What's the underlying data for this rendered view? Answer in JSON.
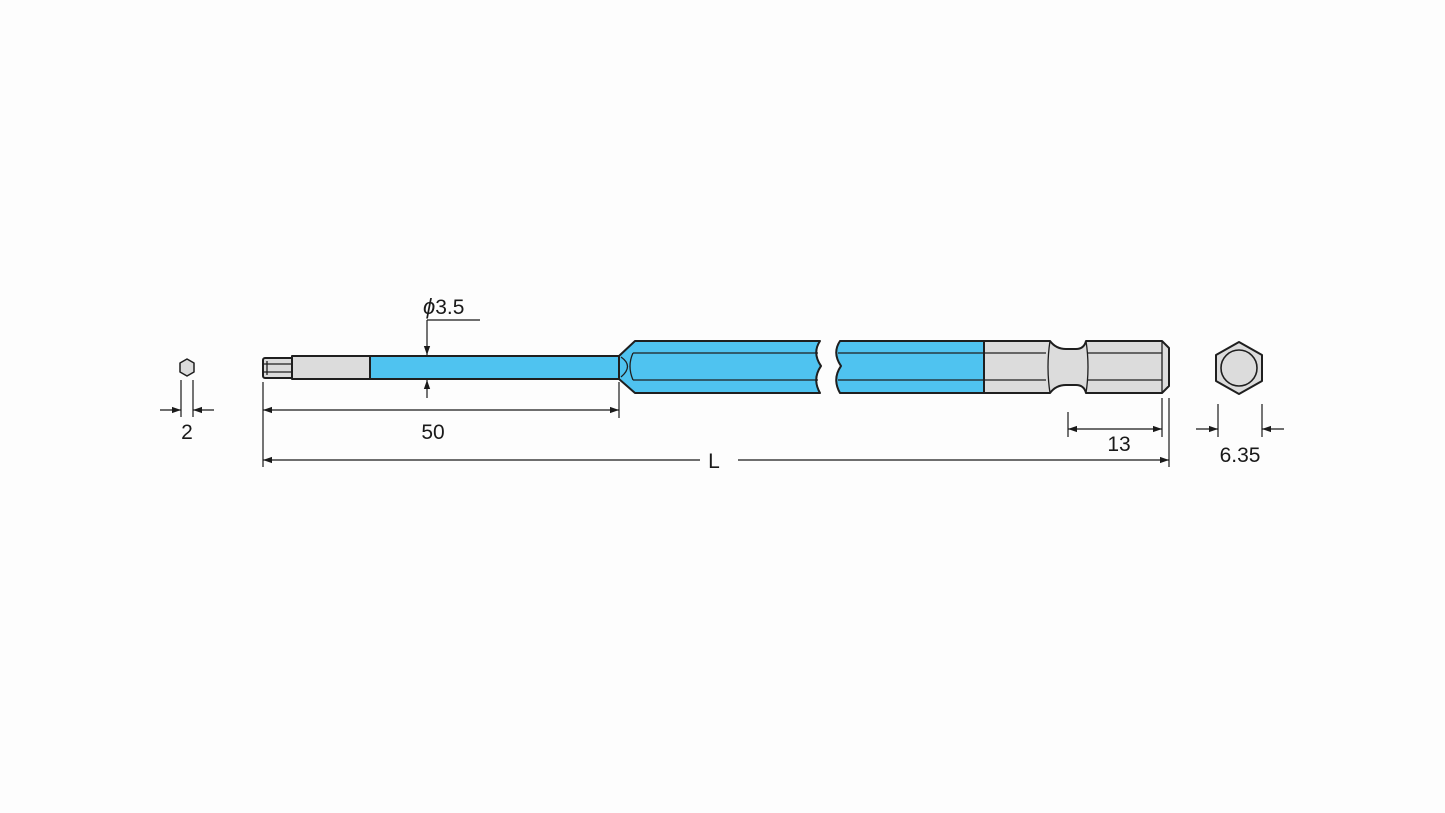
{
  "drawing": {
    "colors": {
      "background": "#fdfdfd",
      "accent_band": "#4fc3f0",
      "metal": "#dcdcdc",
      "line": "#1f1f1f"
    },
    "dimensions": {
      "tip_hex": "2",
      "shank_diameter_symbol": "ϕ",
      "shank_diameter": "3.5",
      "reduced_length": "50",
      "overall_length": "L",
      "groove_length": "13",
      "hex_across_flats": "6.35"
    }
  }
}
